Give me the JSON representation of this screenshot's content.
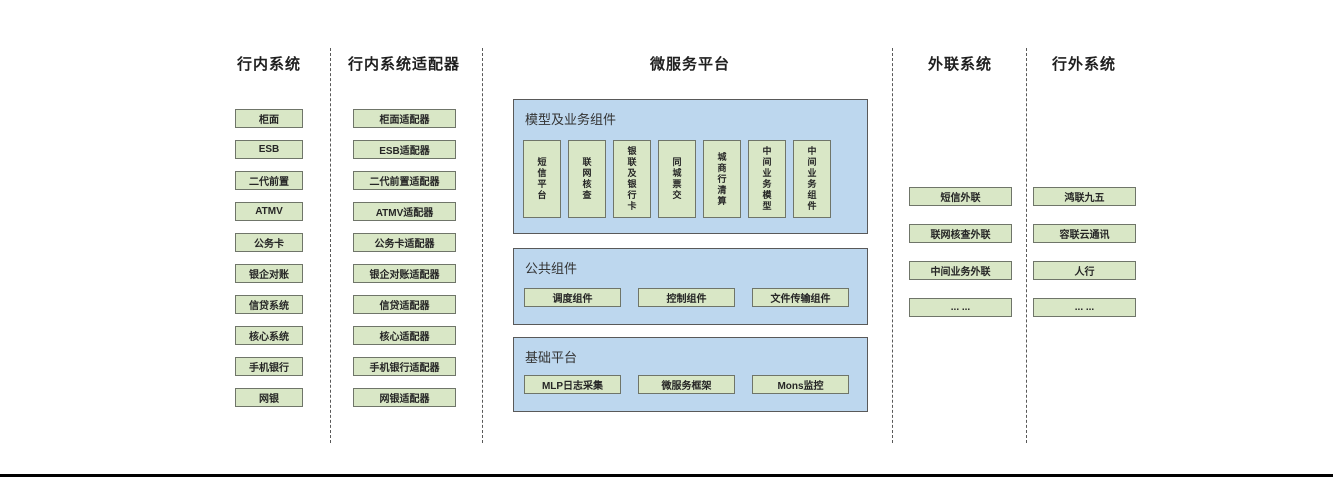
{
  "colors": {
    "node_fill": "#d9e7c6",
    "node_border": "#6f7569",
    "panel_fill": "#bdd7ee",
    "panel_border": "#595959",
    "separator": "#595959",
    "text": "#262626",
    "bottom_rule": "#000000"
  },
  "columns": {
    "internal": {
      "title": "行内系统",
      "items": [
        "柜面",
        "ESB",
        "二代前置",
        "ATMV",
        "公务卡",
        "银企对账",
        "信贷系统",
        "核心系统",
        "手机银行",
        "网银"
      ]
    },
    "adapters": {
      "title": "行内系统适配器",
      "items": [
        "柜面适配器",
        "ESB适配器",
        "二代前置适配器",
        "ATMV适配器",
        "公务卡适配器",
        "银企对账适配器",
        "信贷适配器",
        "核心适配器",
        "手机银行适配器",
        "网银适配器"
      ]
    },
    "external": {
      "title": "外联系统",
      "items": [
        "短信外联",
        "联网核查外联",
        "中间业务外联",
        "... ..."
      ]
    },
    "outside": {
      "title": "行外系统",
      "items": [
        "鸿联九五",
        "容联云通讯",
        "人行",
        "... ..."
      ]
    }
  },
  "platform": {
    "title": "微服务平台",
    "model_section": {
      "title": "模型及业务组件",
      "items": [
        "短信平台",
        "联网核查",
        "银联及银行卡",
        "同城票交",
        "城商行清算",
        "中间业务模型",
        "中间业务组件"
      ]
    },
    "common_section": {
      "title": "公共组件",
      "items": [
        "调度组件",
        "控制组件",
        "文件传输组件"
      ]
    },
    "base_section": {
      "title": "基础平台",
      "items": [
        "MLP日志采集",
        "微服务框架",
        "Mons监控"
      ]
    }
  }
}
